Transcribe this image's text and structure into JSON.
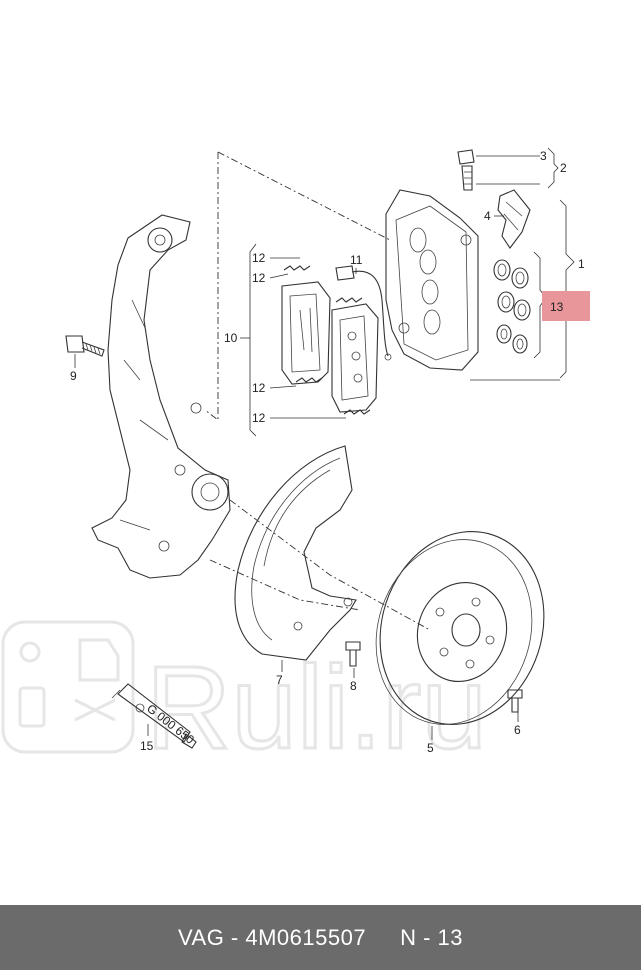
{
  "watermark": {
    "text": "Ruli.ru"
  },
  "labels": {
    "l1": "1",
    "l2": "2",
    "l3": "3",
    "l4": "4",
    "l5": "5",
    "l6": "6",
    "l7": "7",
    "l8": "8",
    "l9": "9",
    "l10": "10",
    "l11": "11",
    "l12a": "12",
    "l12b": "12",
    "l12c": "12",
    "l12d": "12",
    "l13": "13",
    "l15": "15"
  },
  "tube_text": "G 000 650",
  "highlight_color": "#e8969a",
  "footer": {
    "part": "VAG - 4M0615507",
    "position": "N - 13",
    "bg_color": "#6b6b6b"
  }
}
